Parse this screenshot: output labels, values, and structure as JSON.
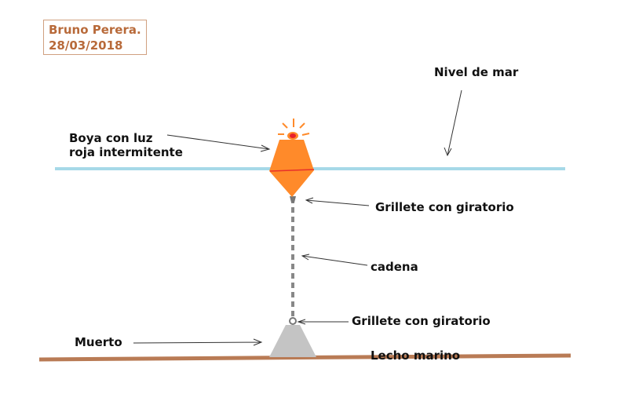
{
  "signature": {
    "name": "Bruno Perera.",
    "date": "28/03/2018"
  },
  "labels": {
    "sea_level": "Nivel de mar",
    "buoy_line1": "Boya con luz",
    "buoy_line2": "roja intermitente",
    "shackle_top": "Grillete con giratorio",
    "chain": "cadena",
    "shackle_bottom": "Grillete con giratorio",
    "mooring_block": "Muerto",
    "seabed": "Lecho marino"
  },
  "colors": {
    "sea": "#a6d9e8",
    "seabed": "#b97b55",
    "buoy": "#ff8a2a",
    "light": "#e8202a",
    "block": "#c4c4c4",
    "chain": "#888888"
  }
}
